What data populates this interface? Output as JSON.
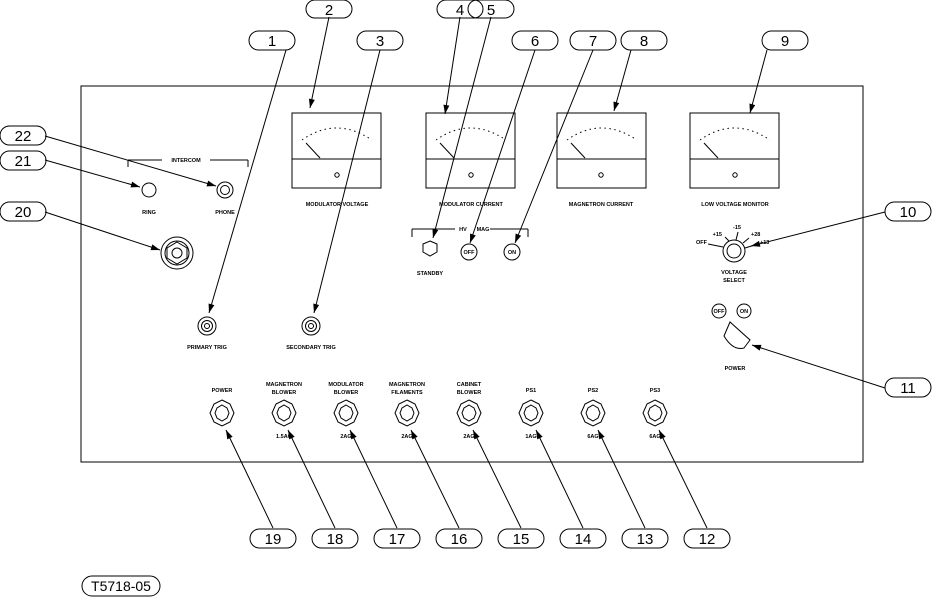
{
  "figure_id": "T5718-05",
  "callouts": [
    "1",
    "2",
    "3",
    "4",
    "5",
    "6",
    "7",
    "8",
    "9",
    "10",
    "11",
    "12",
    "13",
    "14",
    "15",
    "16",
    "17",
    "18",
    "19",
    "20",
    "21",
    "22"
  ],
  "labels": {
    "intercom": "INTERCOM",
    "ring": "RING",
    "phone": "PHONE",
    "modulator_voltage": "MODULATOR VOLTAGE",
    "modulator_current": "MODULATOR CURRENT",
    "magnetron_current": "MAGNETRON CURRENT",
    "low_voltage_monitor": "LOW VOLTAGE MONITOR",
    "hv_group": "HV",
    "mag_group": "MAG",
    "standby": "STANDBY",
    "off": "OFF",
    "on": "ON",
    "primary_trig": "PRIMARY TRIG",
    "secondary_trig": "SECONDARY TRIG",
    "v_off": "OFF",
    "v_plus15": "+15",
    "v_minus15": "-15",
    "v_plus28": "+28",
    "v_plus13": "+13",
    "voltage": "VOLTAGE",
    "select": "SELECT",
    "power_off": "OFF",
    "power_on": "ON",
    "power": "POWER"
  },
  "fuses": [
    {
      "name1": "POWER",
      "name2": "",
      "rating": ""
    },
    {
      "name1": "MAGNETRON",
      "name2": "BLOWER",
      "rating": "1.5AG"
    },
    {
      "name1": "MODULATOR",
      "name2": "BLOWER",
      "rating": "2AG"
    },
    {
      "name1": "MAGNETRON",
      "name2": "FILAMENTS",
      "rating": "2AG"
    },
    {
      "name1": "CABINET",
      "name2": "BLOWER",
      "rating": "2AG"
    },
    {
      "name1": "PS1",
      "name2": "",
      "rating": "1AG"
    },
    {
      "name1": "PS2",
      "name2": "",
      "rating": "6AG"
    },
    {
      "name1": "PS3",
      "name2": "",
      "rating": "6AG"
    }
  ]
}
